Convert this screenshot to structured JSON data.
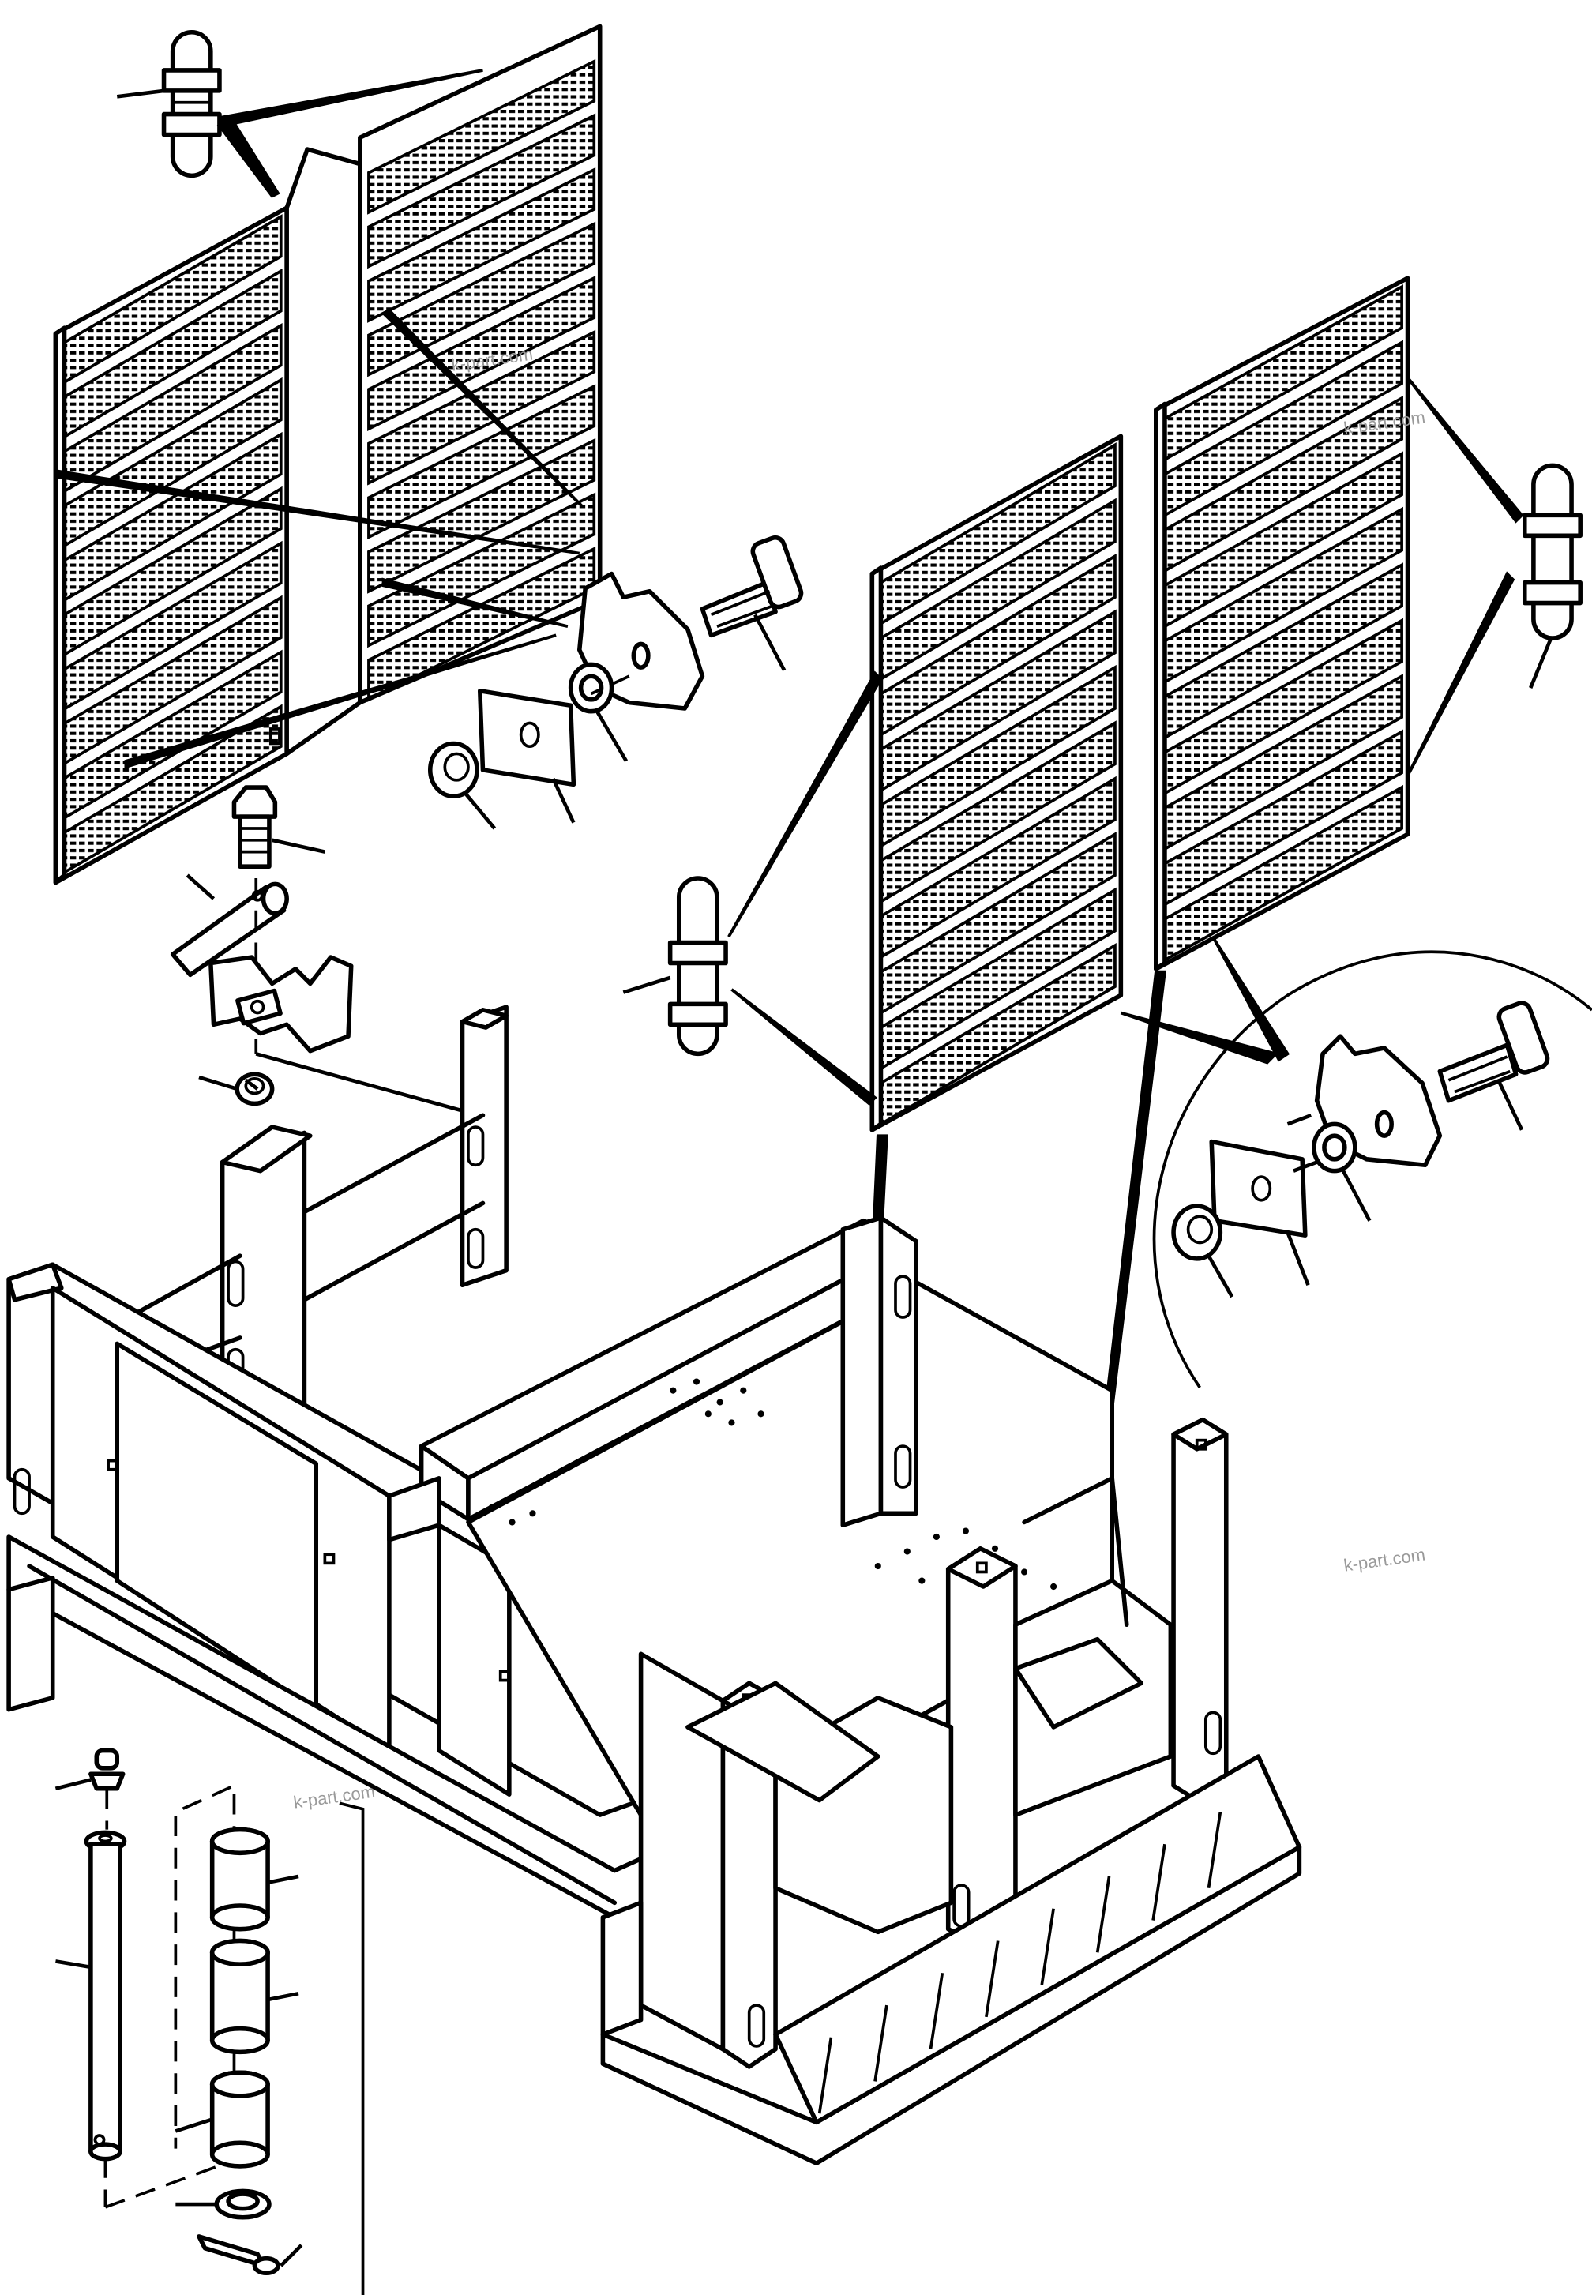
{
  "watermarks": {
    "text_1": "k-part.com",
    "text_2": "k-part.com",
    "text_3": "k-part.com",
    "text_4": "k-part.com"
  },
  "parts": [
    {
      "id": "hinge-upper-left",
      "icon": "hinge-pin-icon"
    },
    {
      "id": "grille-panel-left-outer",
      "icon": "grille-panel-icon"
    },
    {
      "id": "grille-panel-left-inner",
      "icon": "grille-panel-icon"
    },
    {
      "id": "grille-panel-right-inner",
      "icon": "grille-panel-icon"
    },
    {
      "id": "grille-panel-right-outer",
      "icon": "grille-panel-icon"
    },
    {
      "id": "hinge-right",
      "icon": "hinge-pin-icon"
    },
    {
      "id": "hinge-middle",
      "icon": "hinge-pin-icon"
    },
    {
      "id": "bolt",
      "icon": "bolt-icon"
    },
    {
      "id": "washer",
      "icon": "washer-icon"
    },
    {
      "id": "plate",
      "icon": "plate-icon"
    },
    {
      "id": "nut",
      "icon": "nut-icon"
    },
    {
      "id": "pin",
      "icon": "pin-icon"
    },
    {
      "id": "bushing",
      "icon": "bushing-icon"
    },
    {
      "id": "cotter-pin",
      "icon": "cotter-pin-icon"
    },
    {
      "id": "frame",
      "icon": "frame-icon"
    }
  ]
}
